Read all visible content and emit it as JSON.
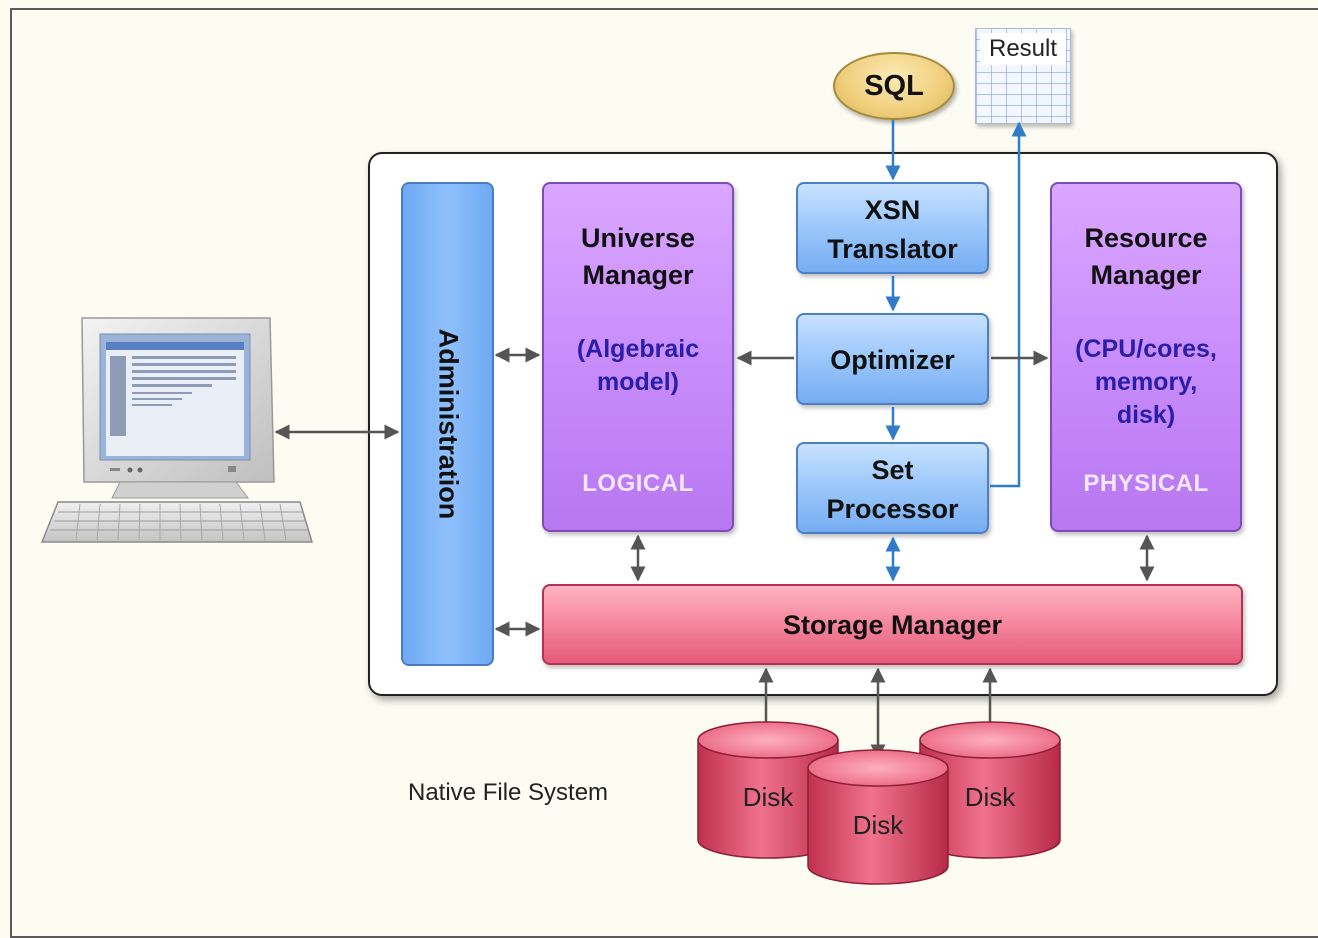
{
  "diagram": {
    "sql_label": "SQL",
    "result_label": "Result",
    "administration_label": "Administration",
    "universe_manager": {
      "title_line1": "Universe",
      "title_line2": "Manager",
      "detail_line1": "(Algebraic",
      "detail_line2": "model)",
      "layer": "LOGICAL"
    },
    "xsn_translator": {
      "line1": "XSN",
      "line2": "Translator"
    },
    "optimizer": "Optimizer",
    "set_processor": {
      "line1": "Set",
      "line2": "Processor"
    },
    "resource_manager": {
      "title_line1": "Resource",
      "title_line2": "Manager",
      "detail_line1": "(CPU/cores,",
      "detail_line2": "memory,",
      "detail_line3": "disk)",
      "layer": "PHYSICAL"
    },
    "storage_manager": "Storage Manager",
    "native_file_system": "Native File System",
    "disks": [
      "Disk",
      "Disk",
      "Disk"
    ],
    "colors": {
      "logical_physical": "#c98dfb",
      "process_blue": "#9ec9fb",
      "administration": "#7fb5f6",
      "storage": "#f68aa0",
      "disk": "#e8506f",
      "sql": "#f0cf7c",
      "flow_arrow": "#2f7cc8",
      "bidirectional_arrow": "#555555"
    }
  }
}
